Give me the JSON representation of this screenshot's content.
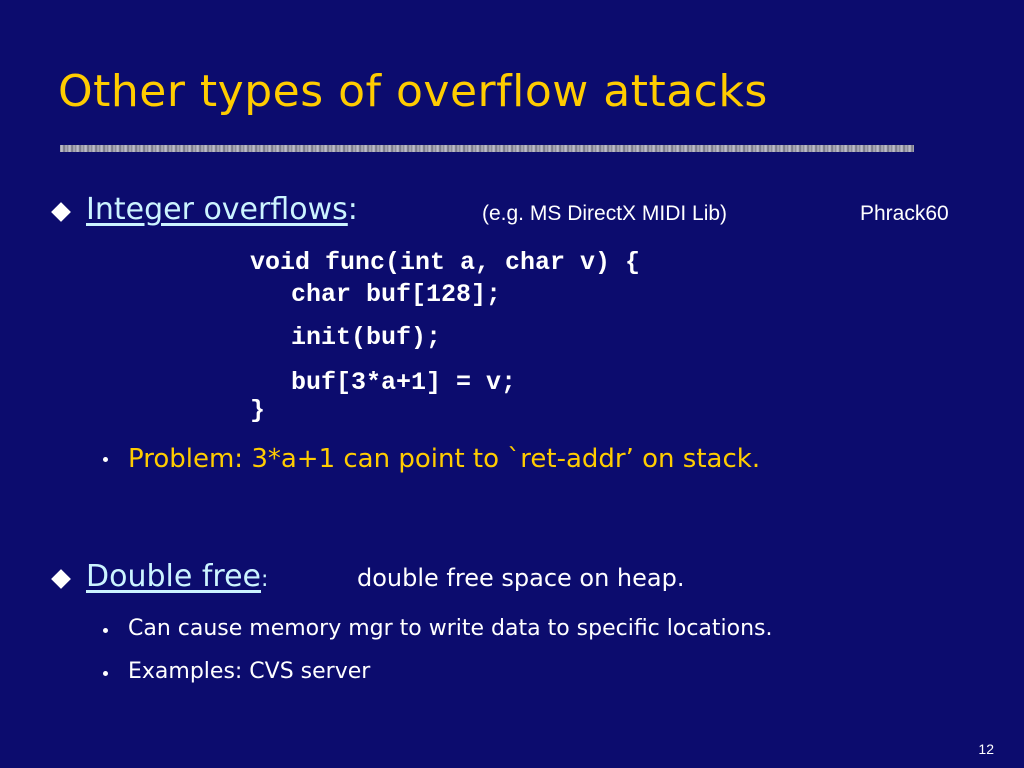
{
  "slide": {
    "title": "Other types of overflow attacks",
    "page_number": "12"
  },
  "bullets": [
    {
      "term": "Integer overflows",
      "colon": ":",
      "note": "(e.g.  MS DirectX MIDI Lib)",
      "ref": "Phrack60",
      "code": [
        "void func(int a, char v) {",
        "char buf[128];",
        "init(buf);",
        "buf[3*a+1] = v;",
        "}"
      ],
      "subpoints": [
        {
          "text": "Problem:   3*a+1  can point to `ret-addr’  on stack."
        }
      ]
    },
    {
      "term": "Double free",
      "colon": ":",
      "note": "double free space on heap.",
      "subpoints": [
        {
          "text": "Can cause memory mgr to write data to specific locations."
        },
        {
          "text": "Examples:    CVS server"
        }
      ]
    }
  ],
  "colors": {
    "background": "#0c0c6e",
    "title": "#ffcc00",
    "term": "#ccf4ff",
    "text": "#ffffff",
    "highlight": "#ffcc00"
  }
}
